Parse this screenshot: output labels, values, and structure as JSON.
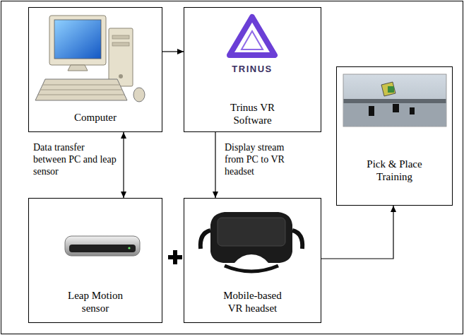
{
  "diagram": {
    "nodes": [
      {
        "text": [
          "Computer"
        ]
      },
      {
        "text": [
          "Trinus VR Software"
        ]
      },
      {
        "text": [
          "Leap Motion sensor"
        ]
      },
      {
        "text": [
          "Mobile-based VR headset"
        ]
      },
      {
        "text": [
          "Pick & Place Training"
        ]
      }
    ],
    "edges": [
      {
        "from": 0,
        "to": 1,
        "arrow": "to"
      },
      {
        "from": 0,
        "to": 2,
        "label": "Data transfer between PC and leap sensor",
        "arrow": "both"
      },
      {
        "from": 1,
        "to": 3,
        "label": "Display stream from PC to VR headset",
        "arrow": "to"
      },
      {
        "from": 3,
        "to": 4,
        "arrow": "to"
      }
    ],
    "labels": [
      "TRINUS"
    ]
  }
}
